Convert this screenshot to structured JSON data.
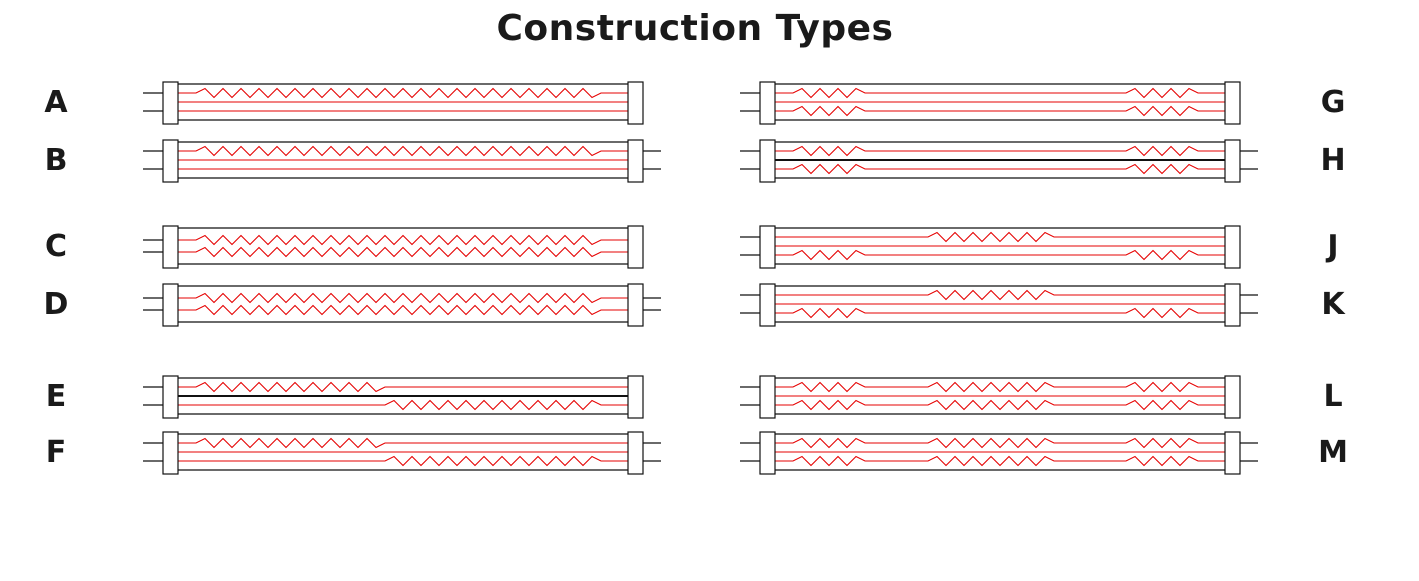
{
  "title": "Construction Types",
  "colors": {
    "wire": "#111111",
    "coil": "#e60000",
    "cap_fill": "#ffffff",
    "text": "#1a1a1a"
  },
  "types": [
    {
      "letter": "A",
      "lines": [
        {
          "kind": "coil",
          "start": 0.04,
          "end": 0.94
        },
        {
          "kind": "red"
        },
        {
          "kind": "red"
        }
      ],
      "leads": "left"
    },
    {
      "letter": "B",
      "lines": [
        {
          "kind": "coil",
          "start": 0.04,
          "end": 0.94
        },
        {
          "kind": "red"
        },
        {
          "kind": "red"
        }
      ],
      "leads": "both"
    },
    {
      "letter": "C",
      "lines": [
        {
          "kind": "coil",
          "start": 0.04,
          "end": 0.94
        },
        {
          "kind": "coil",
          "start": 0.04,
          "end": 0.94
        }
      ],
      "leads": "left"
    },
    {
      "letter": "D",
      "lines": [
        {
          "kind": "coil",
          "start": 0.04,
          "end": 0.94
        },
        {
          "kind": "coil",
          "start": 0.04,
          "end": 0.94
        }
      ],
      "leads": "both"
    },
    {
      "letter": "E",
      "lines": [
        {
          "kind": "coil",
          "start": 0.04,
          "end": 0.46
        },
        {
          "kind": "black"
        },
        {
          "kind": "coil",
          "start": 0.46,
          "end": 0.94
        }
      ],
      "leads": "left"
    },
    {
      "letter": "F",
      "lines": [
        {
          "kind": "coil",
          "start": 0.04,
          "end": 0.46
        },
        {
          "kind": "red"
        },
        {
          "kind": "coil",
          "start": 0.46,
          "end": 0.94
        }
      ],
      "leads": "both"
    },
    {
      "letter": "G",
      "lines": [
        {
          "kind": "coil2",
          "segments": [
            [
              0.04,
              0.2
            ],
            [
              0.78,
              0.94
            ]
          ]
        },
        {
          "kind": "red"
        },
        {
          "kind": "coil2",
          "segments": [
            [
              0.04,
              0.2
            ],
            [
              0.78,
              0.94
            ]
          ]
        }
      ],
      "leads": "left"
    },
    {
      "letter": "H",
      "lines": [
        {
          "kind": "coil2",
          "segments": [
            [
              0.04,
              0.2
            ],
            [
              0.78,
              0.94
            ]
          ]
        },
        {
          "kind": "black"
        },
        {
          "kind": "coil2",
          "segments": [
            [
              0.04,
              0.2
            ],
            [
              0.78,
              0.94
            ]
          ]
        }
      ],
      "leads": "both"
    },
    {
      "letter": "J",
      "lines": [
        {
          "kind": "coil",
          "start": 0.34,
          "end": 0.62
        },
        {
          "kind": "red"
        },
        {
          "kind": "coil2",
          "segments": [
            [
              0.04,
              0.2
            ],
            [
              0.78,
              0.94
            ]
          ]
        }
      ],
      "leads": "left"
    },
    {
      "letter": "K",
      "lines": [
        {
          "kind": "coil",
          "start": 0.34,
          "end": 0.62
        },
        {
          "kind": "red"
        },
        {
          "kind": "coil2",
          "segments": [
            [
              0.04,
              0.2
            ],
            [
              0.78,
              0.94
            ]
          ]
        }
      ],
      "leads": "both"
    },
    {
      "letter": "L",
      "lines": [
        {
          "kind": "coil3"
        },
        {
          "kind": "red"
        },
        {
          "kind": "coil3"
        }
      ],
      "leads": "left"
    },
    {
      "letter": "M",
      "lines": [
        {
          "kind": "coil3"
        },
        {
          "kind": "red"
        },
        {
          "kind": "coil3"
        }
      ],
      "leads": "both"
    }
  ]
}
